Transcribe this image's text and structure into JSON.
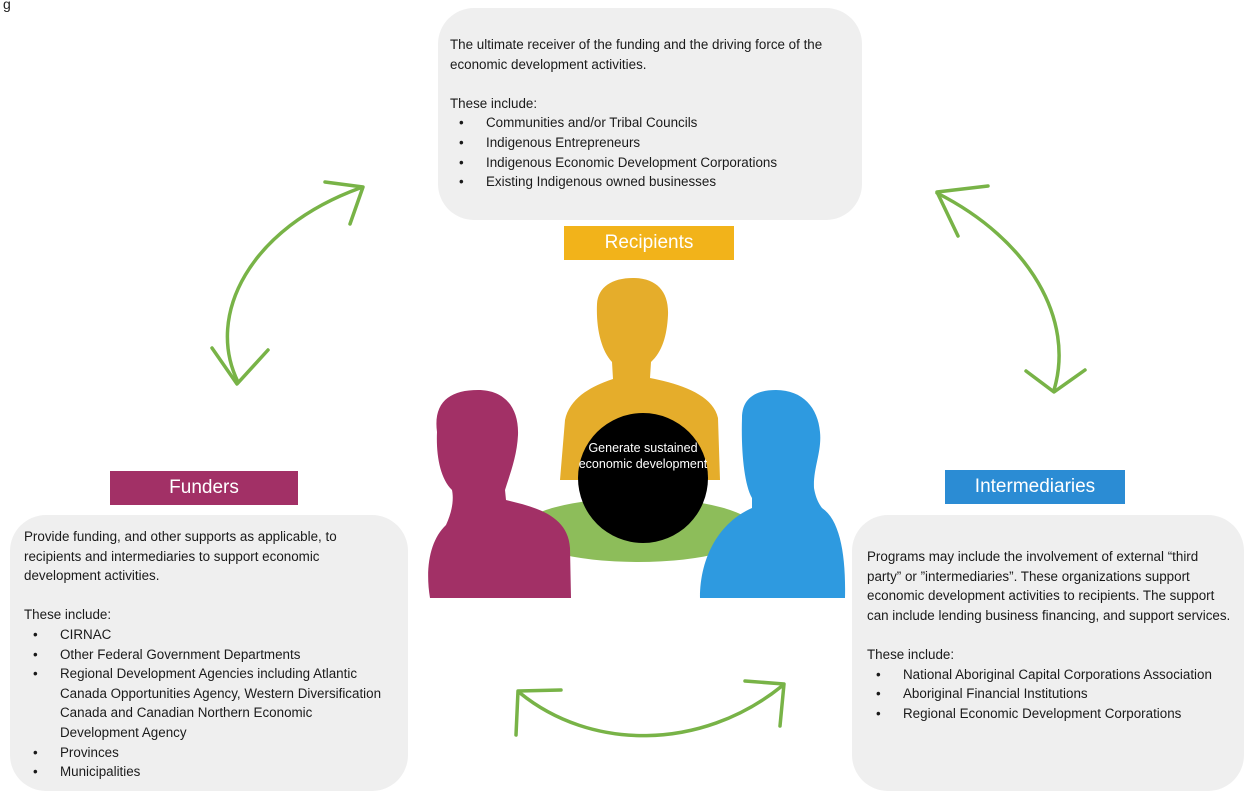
{
  "figure_label": "g",
  "recipients": {
    "label": "Recipients",
    "description": "The ultimate receiver of the funding and the driving force of the economic development activities.",
    "list_intro": "These include:",
    "items": [
      "Communities and/or Tribal Councils",
      "Indigenous Entrepreneurs",
      "Indigenous Economic Development Corporations",
      "Existing Indigenous owned businesses"
    ]
  },
  "funders": {
    "label": "Funders",
    "description": "Provide funding, and other supports as applicable, to recipients and intermediaries to support economic development activities.",
    "list_intro": "These include:",
    "items": [
      "CIRNAC",
      "Other Federal Government Departments",
      "Regional Development Agencies including Atlantic Canada Opportunities Agency, Western Diversification Canada and Canadian Northern Economic Development Agency",
      "Provinces",
      "Municipalities"
    ]
  },
  "intermediaries": {
    "label": "Intermediaries",
    "description": "Programs may include the involvement of external “third party” or ”intermediaries”. These organizations support economic development activities to recipients. The support can include lending business financing, and support services.",
    "list_intro": "These include:",
    "items": [
      "National Aboriginal Capital Corporations Association",
      "Aboriginal Financial Institutions",
      "Regional Economic Development Corporations"
    ]
  },
  "center": {
    "text": "Generate sustained economic development"
  },
  "colors": {
    "recipients": "#f2b31a",
    "funders": "#a23066",
    "intermediaries": "#2b8cd4",
    "arrows": "#78b347",
    "table": "#8dbd5a",
    "center_circle": "#000000",
    "bubble": "#efefef"
  }
}
